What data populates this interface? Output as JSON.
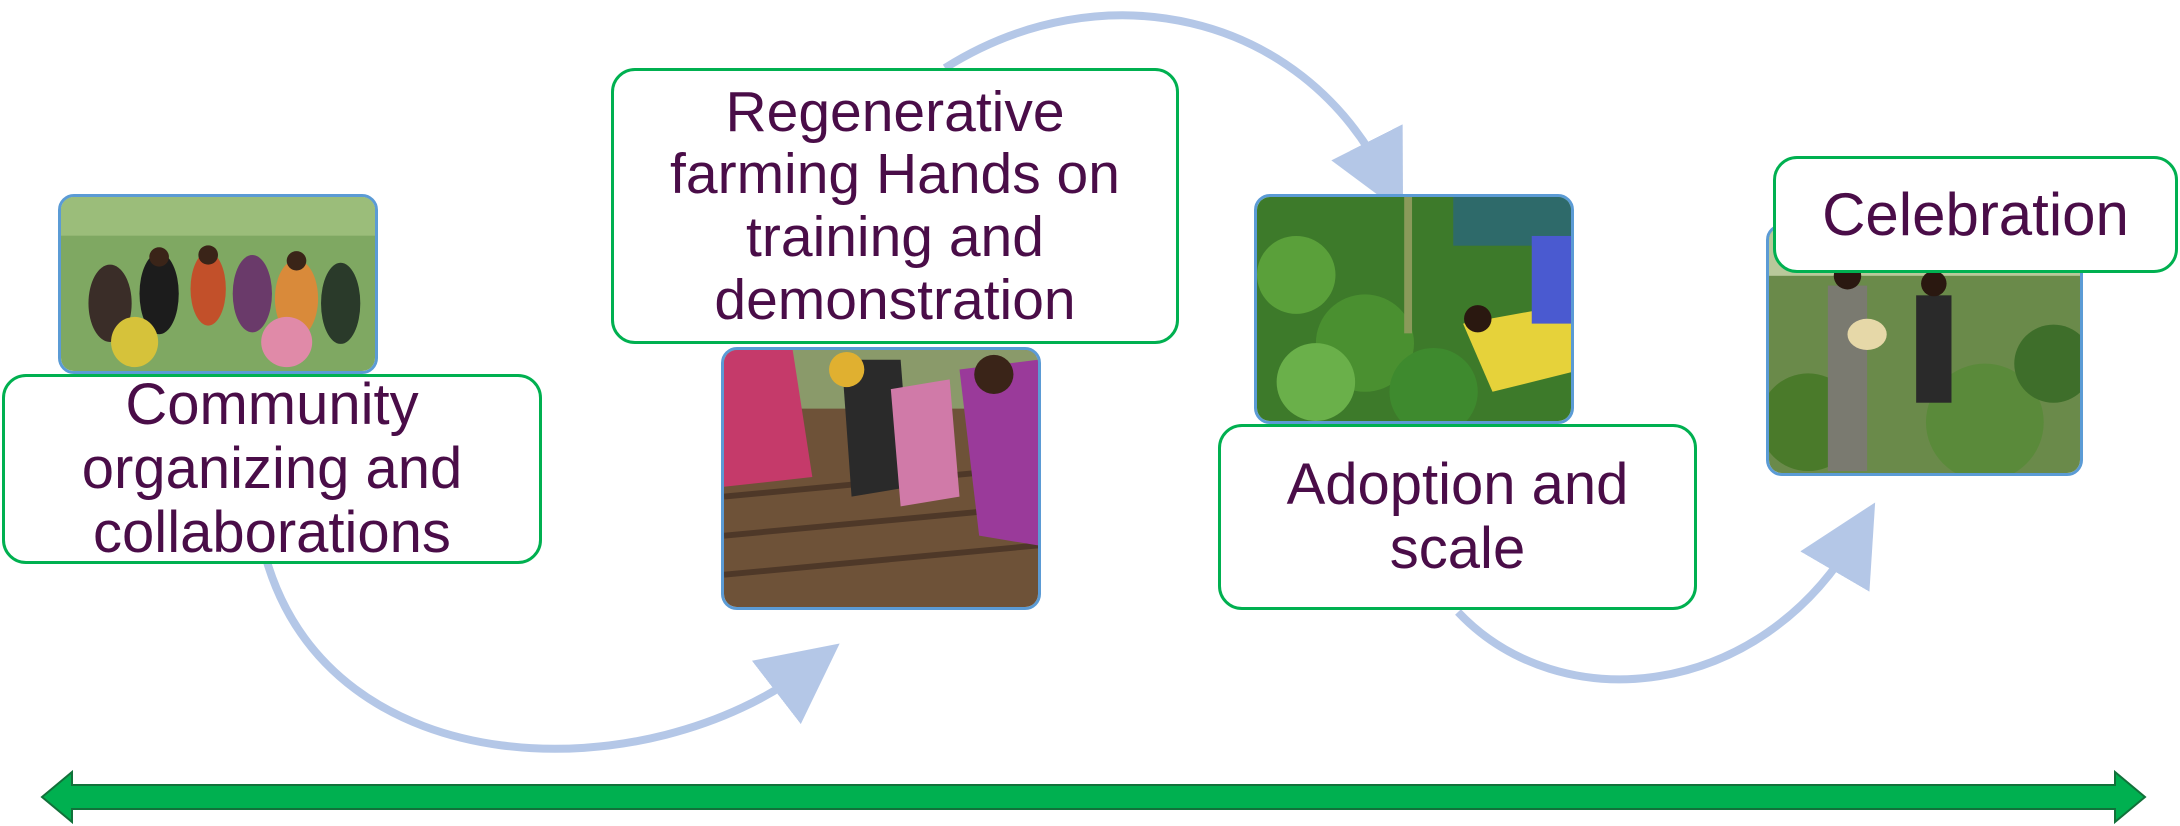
{
  "steps": [
    {
      "label": "Community organizing and collaborations",
      "photo": "community-meeting-photo"
    },
    {
      "label": "Regenerative farming Hands on training and demonstration",
      "photo": "planting-training-photo"
    },
    {
      "label": "Adoption and scale",
      "photo": "farm-garden-photo"
    },
    {
      "label": "Celebration",
      "photo": "harvest-celebration-photo"
    }
  ],
  "colors": {
    "label_text": "#4a0d48",
    "label_border": "#00b050",
    "photo_border": "#5b9bd5",
    "curve_arrow": "#b4c7e7",
    "timeline_arrow": "#00b050"
  }
}
